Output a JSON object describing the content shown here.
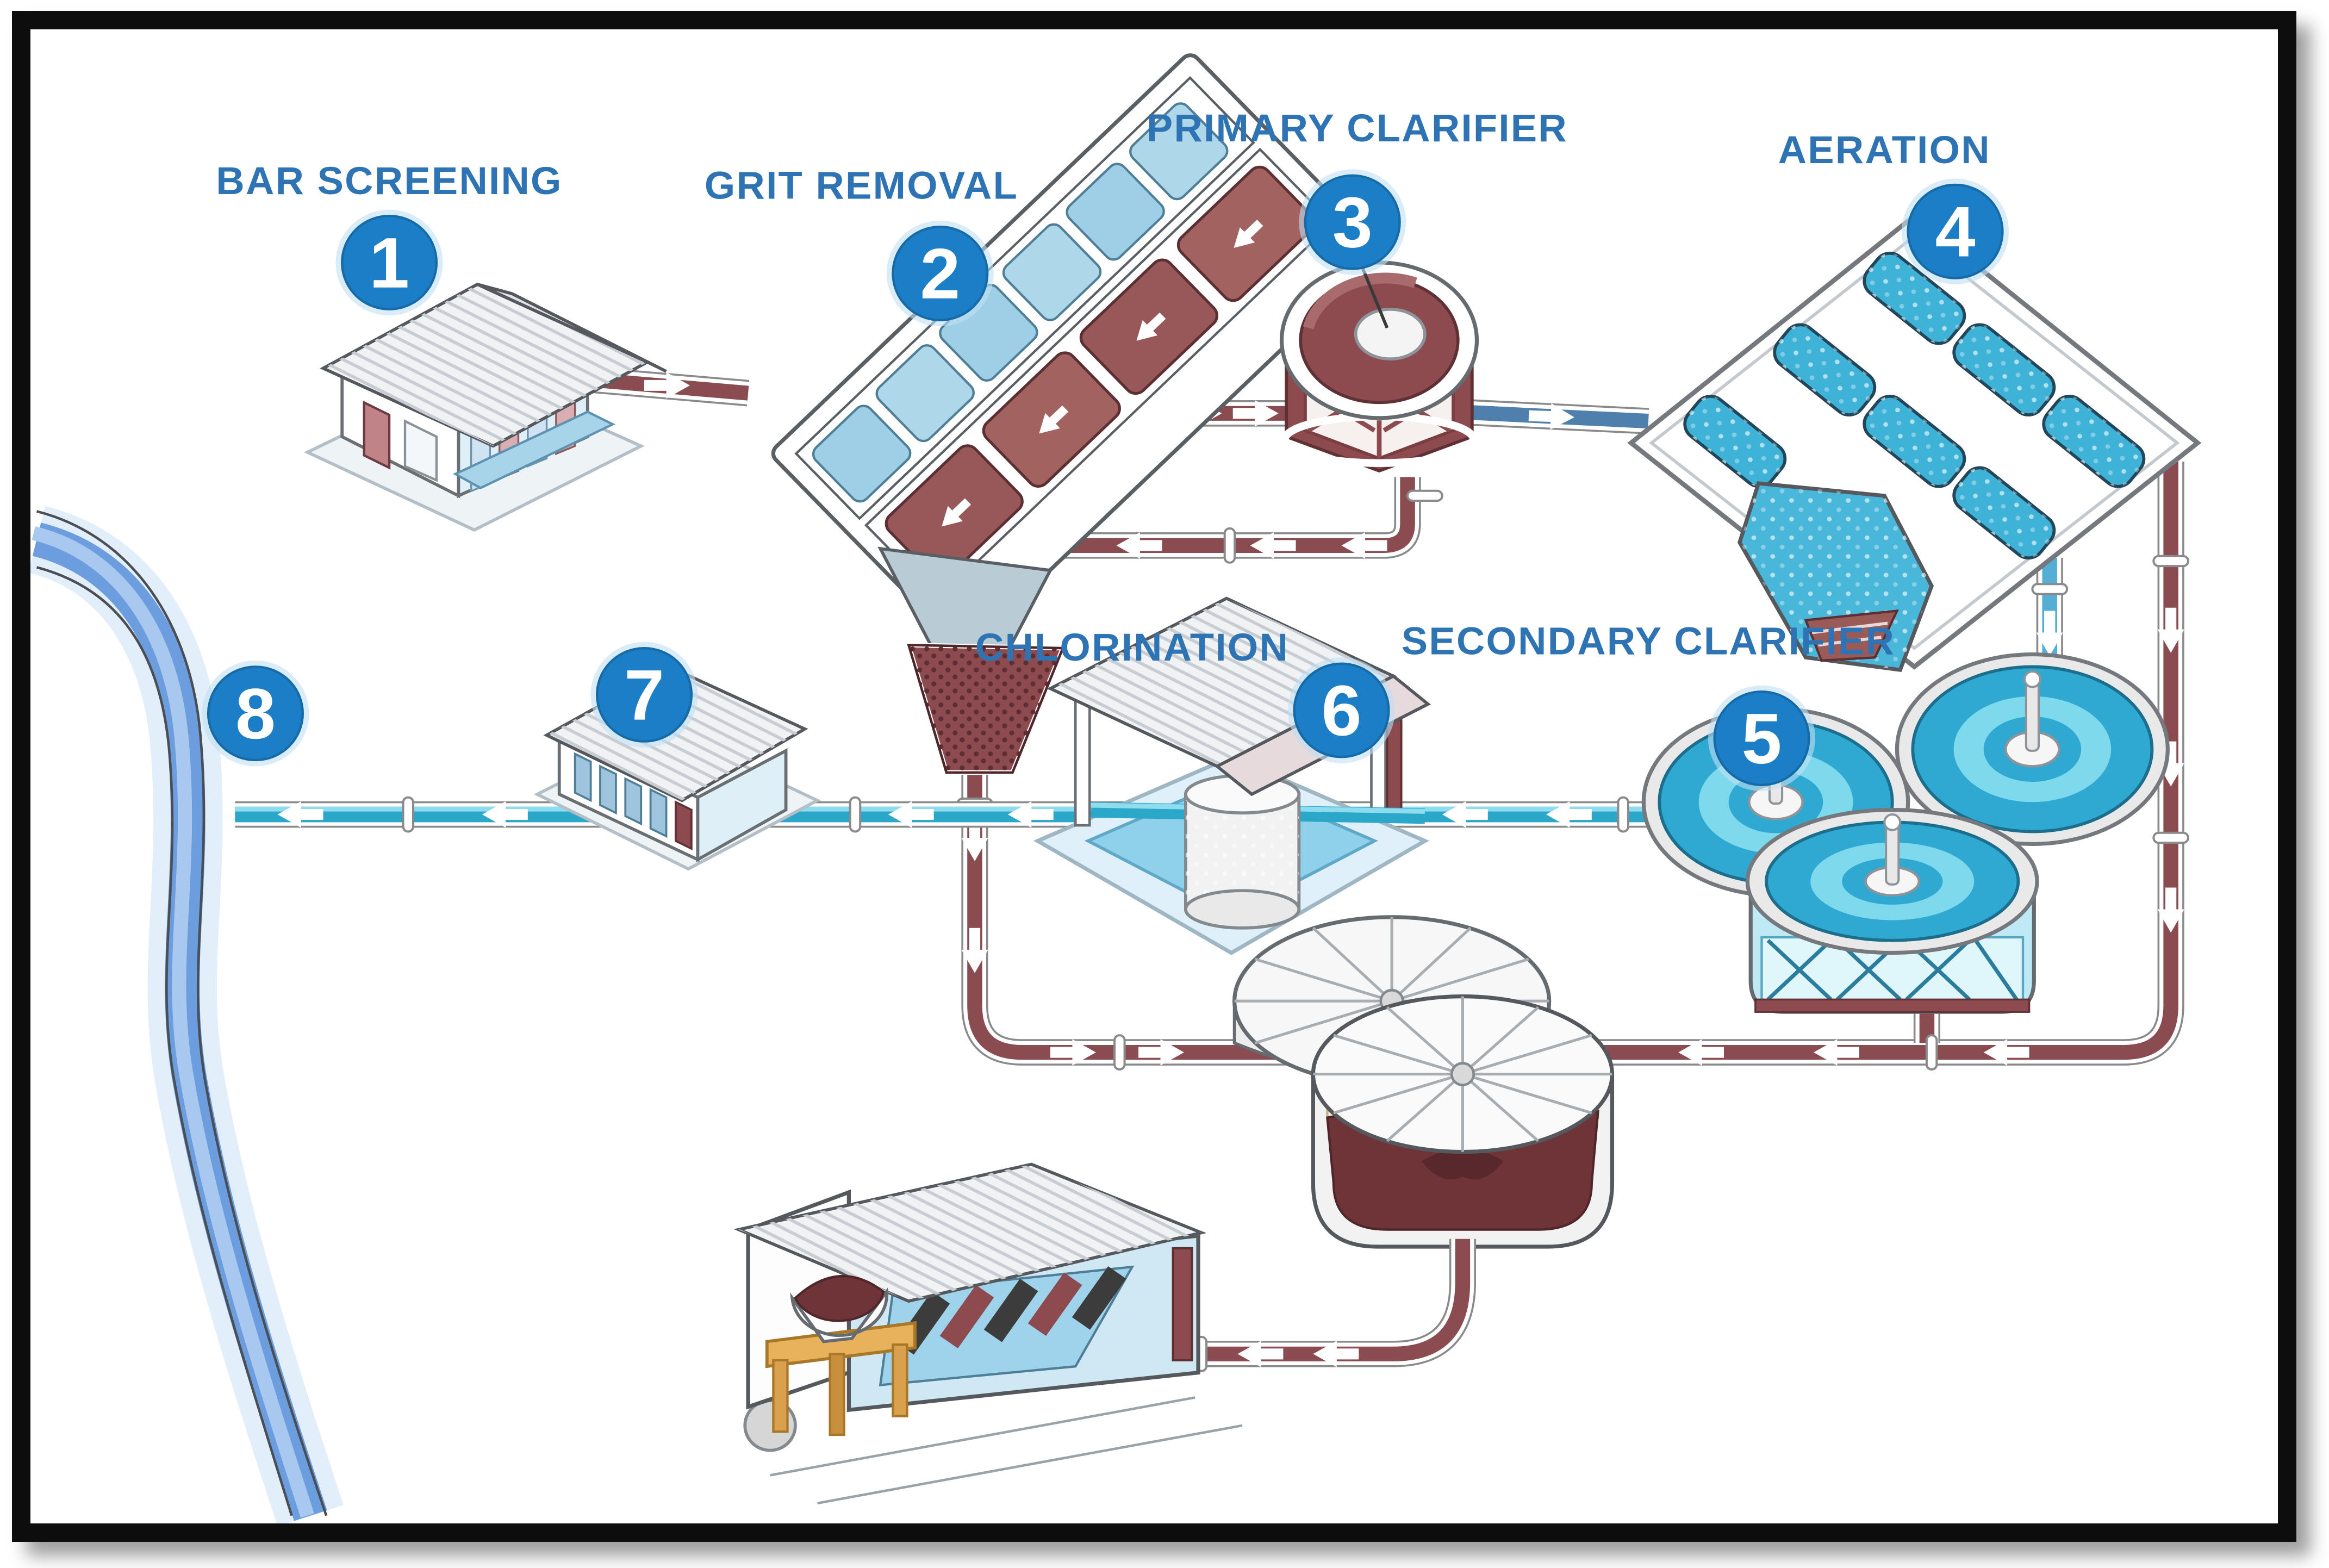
{
  "diagram": {
    "subject": "wastewater-treatment-process",
    "steps": [
      {
        "number": "1",
        "label": "BAR SCREENING"
      },
      {
        "number": "2",
        "label": "GRIT REMOVAL"
      },
      {
        "number": "3",
        "label": "PRIMARY CLARIFIER"
      },
      {
        "number": "4",
        "label": "AERATION"
      },
      {
        "number": "5",
        "label": "SECONDARY CLARIFIER"
      },
      {
        "number": "6",
        "label": "CHLORINATION"
      },
      {
        "number": "7",
        "label": ""
      },
      {
        "number": "8",
        "label": ""
      }
    ],
    "colors": {
      "label_text": "#2e74b5",
      "badge_fill": "#1b7ec6",
      "sludge_pipe": "#8a4c51",
      "treated_water_pipe": "#2aa7c9",
      "effluent_pipe": "#4e7fad",
      "basin_water": "#3fb2d8",
      "river": "#6b9ddf",
      "frame": "#0d0d0d"
    }
  }
}
